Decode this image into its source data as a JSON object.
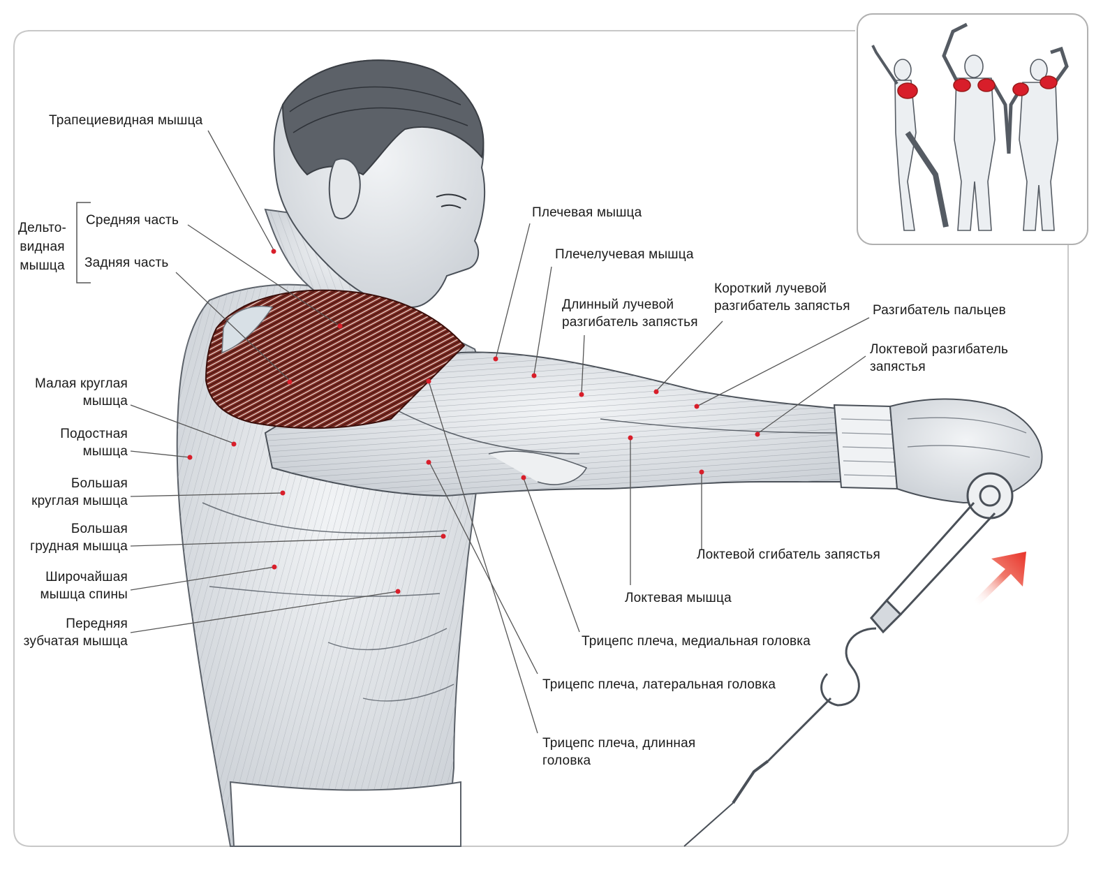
{
  "colors": {
    "background": "#ffffff",
    "frame_border": "#c8c8c8",
    "skin_shade": "#d9dde2",
    "muscle_lines": "#8c929a",
    "deltoid_highlight": "#7a2a22",
    "marker_dot": "#d81e2a",
    "arrow": "#e8433a",
    "leader_line": "#555555",
    "text": "#1a1a1a"
  },
  "diagram": {
    "subject": "anatomical drawing of cable rear-delt pull, arm extended forward",
    "highlighted_muscle": "deltoid-rear",
    "bracket_group": {
      "title_lines": [
        "Дельто-",
        "видная",
        "мышца"
      ],
      "members": [
        "Средняя часть",
        "Задняя часть"
      ]
    },
    "left_labels": [
      {
        "id": "trapezius",
        "lines": [
          "Трапециевидная мышца"
        ]
      },
      {
        "id": "deltoid-middle",
        "lines": [
          "Средняя часть"
        ]
      },
      {
        "id": "deltoid-rear",
        "lines": [
          "Задняя часть"
        ]
      },
      {
        "id": "teres-minor",
        "lines": [
          "Малая круглая",
          "мышца"
        ]
      },
      {
        "id": "infraspinatus",
        "lines": [
          "Подостная",
          "мышца"
        ]
      },
      {
        "id": "teres-major",
        "lines": [
          "Большая",
          "круглая мышца"
        ]
      },
      {
        "id": "pectoralis-major",
        "lines": [
          "Большая",
          "грудная мышца"
        ]
      },
      {
        "id": "latissimus",
        "lines": [
          "Широчайшая",
          "мышца спины"
        ]
      },
      {
        "id": "serratus",
        "lines": [
          "Передняя",
          "зубчатая мышца"
        ]
      }
    ],
    "right_labels": [
      {
        "id": "brachialis",
        "lines": [
          "Плечевая мышца"
        ]
      },
      {
        "id": "brachioradialis",
        "lines": [
          "Плечелучевая  мышца"
        ]
      },
      {
        "id": "ecrl",
        "lines": [
          "Длинный  лучевой",
          "разгибатель запястья"
        ]
      },
      {
        "id": "ecrb",
        "lines": [
          "Короткий лучевой",
          "разгибатель запястья"
        ]
      },
      {
        "id": "ext-digitorum",
        "lines": [
          "Разгибатель пальцев"
        ]
      },
      {
        "id": "ecu",
        "lines": [
          "Локтевой разгибатель",
          "запястья"
        ]
      },
      {
        "id": "fcu",
        "lines": [
          "Локтевой сгибатель запястья"
        ]
      },
      {
        "id": "anconeus",
        "lines": [
          "Локтевая мышца"
        ]
      },
      {
        "id": "triceps-medial",
        "lines": [
          "Трицепс плеча, медиальная головка"
        ]
      },
      {
        "id": "triceps-lateral",
        "lines": [
          "Трицепс плеча, латеральная головка"
        ]
      },
      {
        "id": "triceps-long",
        "lines": [
          "Трицепс плеча, длинная",
          "головка"
        ]
      }
    ]
  },
  "inset": {
    "figures": [
      "left-side",
      "front",
      "back"
    ],
    "highlight_muscle": "deltoid"
  }
}
